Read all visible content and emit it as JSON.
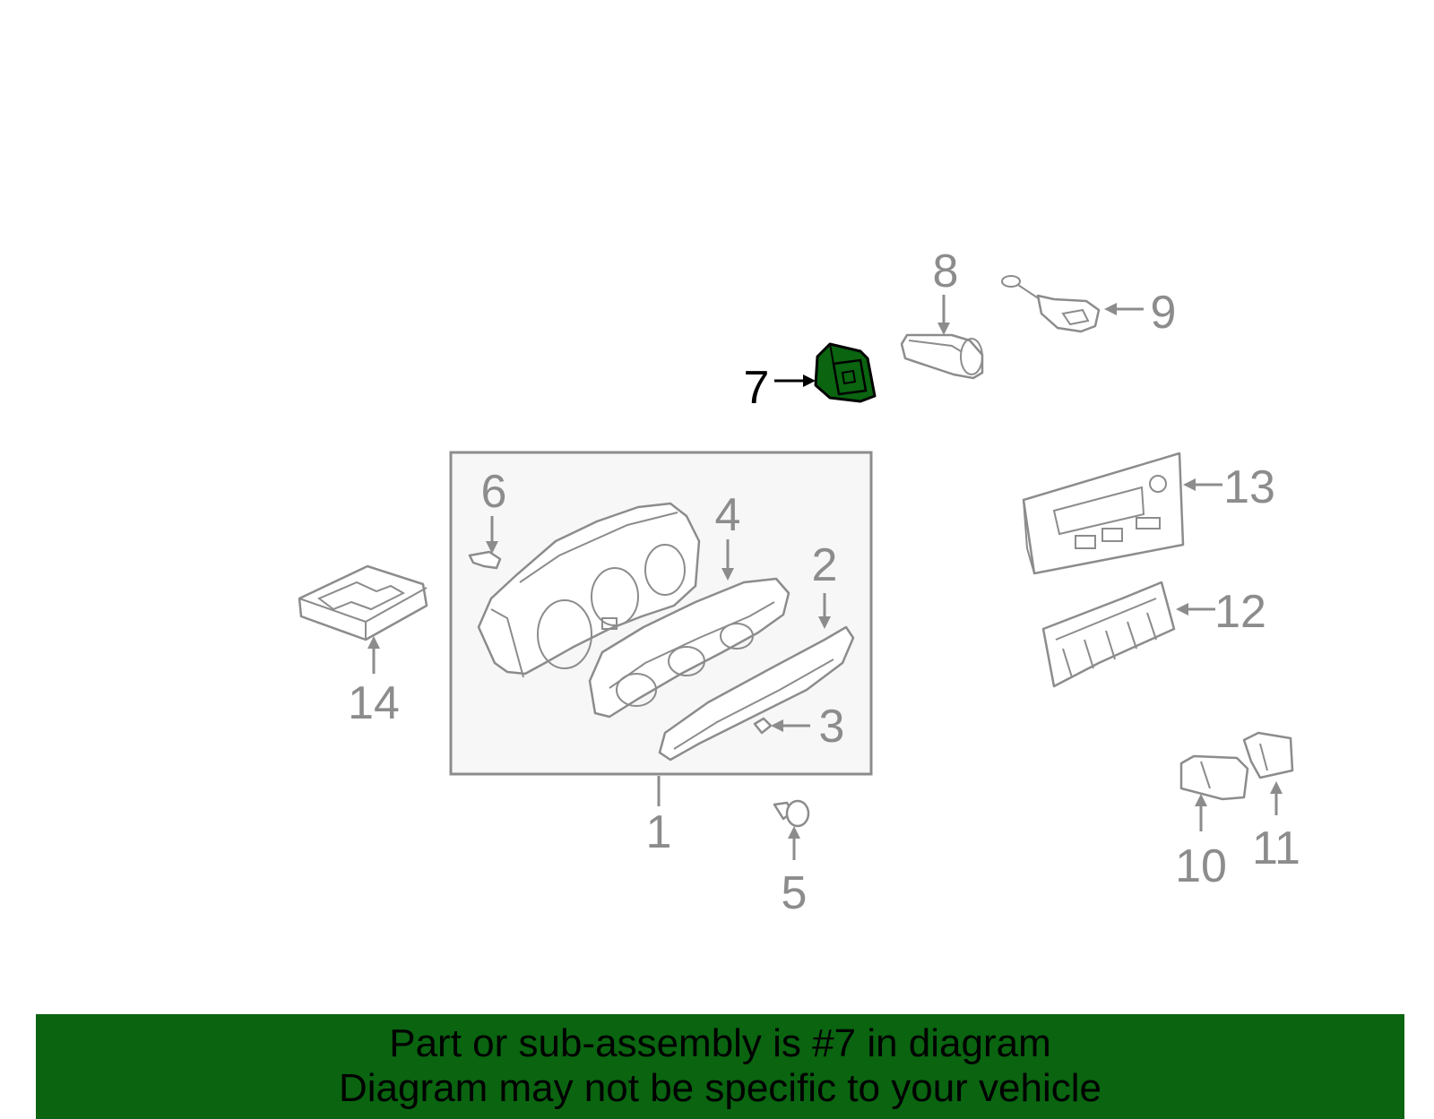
{
  "callouts": [
    "1",
    "2",
    "3",
    "4",
    "5",
    "6",
    "7",
    "8",
    "9",
    "10",
    "11",
    "12",
    "13",
    "14"
  ],
  "highlighted_part": "7",
  "colors": {
    "highlight": "#0a6410",
    "line_art": "#8c8c8c",
    "box_fill": "#f7f7f7",
    "banner": "#0a6410"
  },
  "banner": {
    "line1": "Part or sub-assembly is #7 in diagram",
    "line2": "Diagram may not be specific to your vehicle"
  }
}
